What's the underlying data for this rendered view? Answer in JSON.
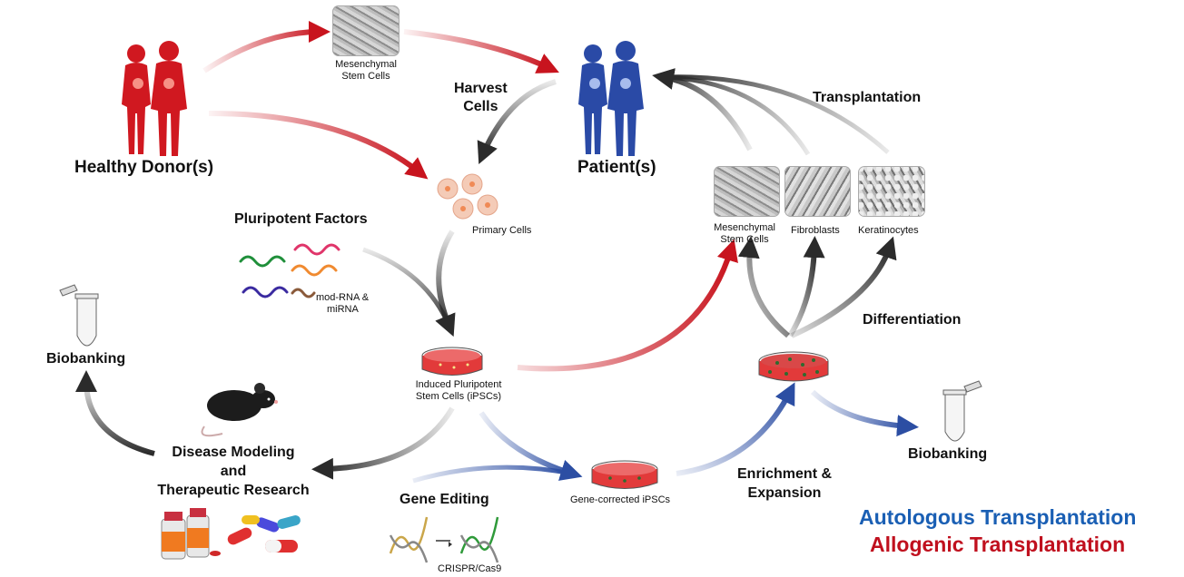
{
  "labels": {
    "healthy_donor": "Healthy Donor(s)",
    "patient": "Patient(s)",
    "msc_top": [
      "Mesenchymal",
      "Stem Cells"
    ],
    "harvest_cells": [
      "Harvest",
      "Cells"
    ],
    "primary_cells": "Primary Cells",
    "pluripotent_factors": "Pluripotent Factors",
    "mod_rna": [
      "mod-RNA &",
      "miRNA"
    ],
    "transplantation": "Transplantation",
    "msc_right": [
      "Mesenchymal",
      "Stem Cells"
    ],
    "fibroblasts": "Fibroblasts",
    "keratinocytes": "Keratinocytes",
    "ipsc": [
      "Induced Pluripotent",
      "Stem Cells (iPSCs)"
    ],
    "differentiation": "Differentiation",
    "biobanking_left": "Biobanking",
    "biobanking_right": "Biobanking",
    "disease_modeling": [
      "Disease Modeling",
      "and",
      "Therapeutic Research"
    ],
    "gene_editing": "Gene Editing",
    "gene_corrected": "Gene-corrected iPSCs",
    "enrichment": [
      "Enrichment &",
      "Expansion"
    ],
    "crispr": "CRISPR/Cas9"
  },
  "legend": {
    "autologous": "Autologous Transplantation",
    "allogenic": "Allogenic Transplantation",
    "autologous_color": "#1a5fb4",
    "allogenic_color": "#c0101e"
  },
  "colors": {
    "red": "#c8141e",
    "blue": "#2c4ea3",
    "dark": "#2b2b2b",
    "donor_fill": "#d01820",
    "patient_fill": "#2a4aa6",
    "dish_red": "#e23a3a"
  }
}
